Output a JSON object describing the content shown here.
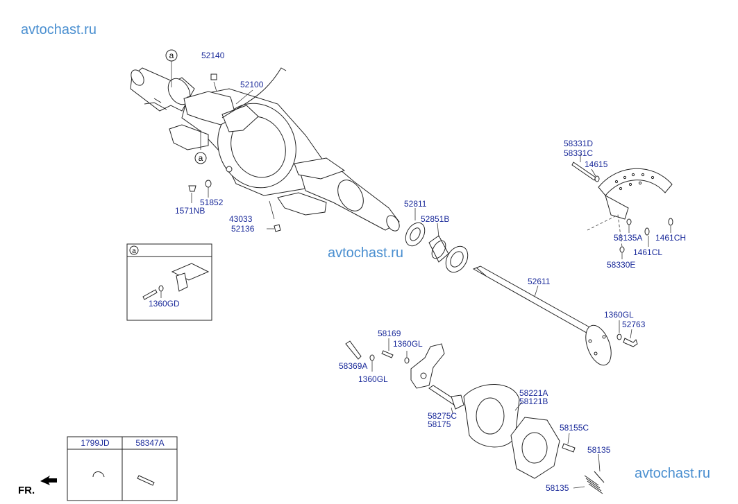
{
  "watermarks": [
    "avtochast.ru",
    "avtochast.ru",
    "avtochast.ru"
  ],
  "fr_label": "FR.",
  "callout_ref": "a",
  "parts": {
    "p52140": "52140",
    "p52100": "52100",
    "p51852": "51852",
    "p1571NB": "1571NB",
    "p43033": "43033",
    "p52136": "52136",
    "p52811": "52811",
    "p52851B": "52851B",
    "p1360GD": "1360GD",
    "p52611": "52611",
    "p58331D": "58331D",
    "p58331C": "58331C",
    "p14615": "14615",
    "p58135A": "58135A",
    "p1461CH": "1461CH",
    "p1461CL": "1461CL",
    "p58330E": "58330E",
    "p1360GL_a": "1360GL",
    "p52763": "52763",
    "p58169": "58169",
    "p1360GL_b": "1360GL",
    "p58369A": "58369A",
    "p1360GL_c": "1360GL",
    "p58221A": "58221A",
    "p58121B": "58121B",
    "p58275C": "58275C",
    "p58175": "58175",
    "p58155C": "58155C",
    "p58135_a": "58135",
    "p58135_b": "58135"
  },
  "table": {
    "headers": [
      "1799JD",
      "58347A"
    ]
  }
}
